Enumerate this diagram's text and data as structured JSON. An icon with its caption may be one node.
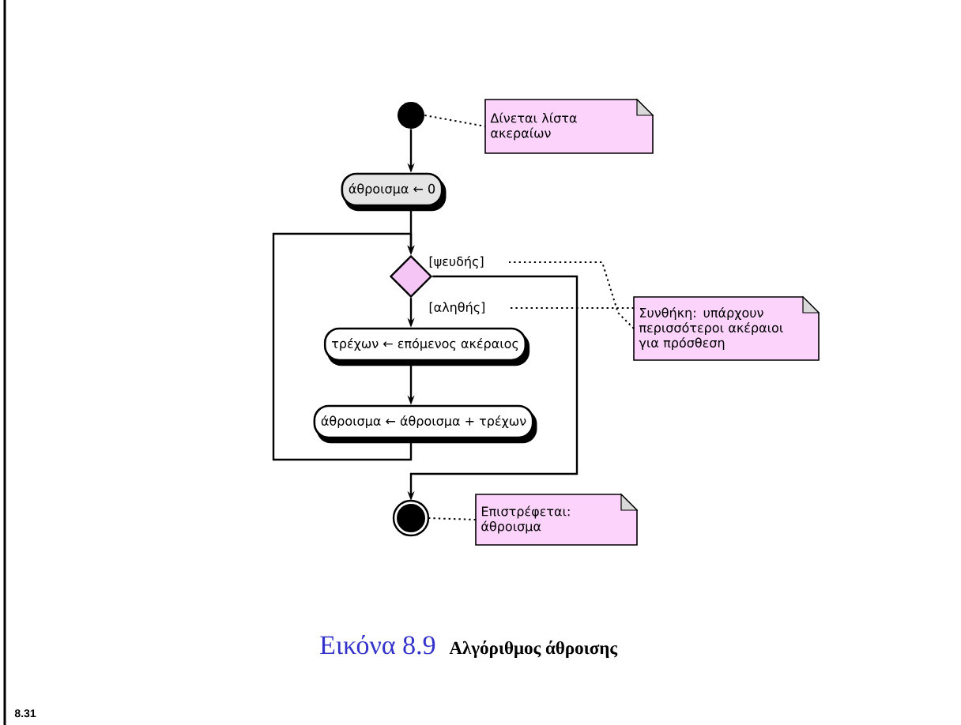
{
  "diagram": {
    "caption": "Αλγόριθμος άθροισης",
    "nodes": [
      {
        "text": [],
        "shape": "circle"
      },
      {
        "text": [
          "Δίνεται λίστα ακεραίων"
        ]
      },
      {
        "text": [
          "άθροισμα ← 0"
        ]
      },
      {
        "text": [],
        "shape": "diamond"
      },
      {
        "text": [
          "τρέχων ← επόμενος ακέραιος"
        ]
      },
      {
        "text": [
          "άθροισμα ← άθροισμα + τρέχων"
        ]
      },
      {
        "text": [],
        "shape": "circle"
      },
      {
        "text": [
          "Συνθήκη: υπάρχουν περισσότεροι ακέραιοι για πρόσθεση"
        ]
      },
      {
        "text": [
          "Επιστρέφεται: άθροισμα"
        ]
      }
    ],
    "edges": [
      {
        "from": 0,
        "to": 2,
        "arrow": "to"
      },
      {
        "from": 2,
        "to": 3,
        "arrow": "to"
      },
      {
        "from": 3,
        "to": 4,
        "arrow": "to",
        "label": "[αληθής]"
      },
      {
        "from": 4,
        "to": 5,
        "arrow": "to"
      },
      {
        "from": 5,
        "to": 3,
        "arrow": "to"
      },
      {
        "from": 3,
        "to": 6,
        "arrow": "to",
        "label": "[ψευδής]"
      },
      {
        "from": 0,
        "to": 1,
        "arrow": "none",
        "style": "dashed"
      },
      {
        "from": 6,
        "to": 8,
        "arrow": "none",
        "style": "dashed"
      },
      {
        "from": 7,
        "to": null,
        "arrow": "none",
        "style": "dashed"
      },
      {
        "from": 7,
        "to": null,
        "arrow": "none",
        "style": "dashed"
      }
    ],
    "labels": [
      "Εικόνα 8.9",
      "8.31"
    ]
  }
}
